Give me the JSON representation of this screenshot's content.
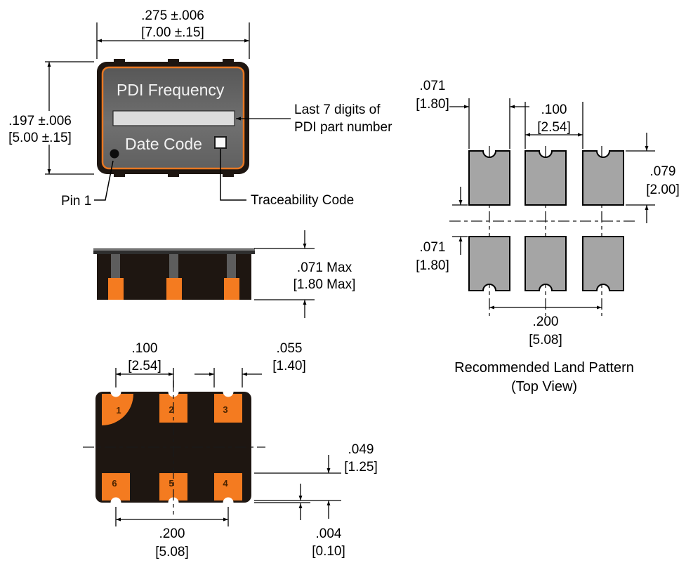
{
  "top_view": {
    "pkg_label_line1": "PDI Frequency",
    "pkg_label_line2": "Date Code",
    "dim_width_in": ".275 ±.006",
    "dim_width_mm": "[7.00 ±.15]",
    "dim_height_in": ".197 ±.006",
    "dim_height_mm": "[5.00 ±.15]",
    "note_part_line1": "Last 7 digits of",
    "note_part_line2": "PDI part number",
    "note_pin1": "Pin 1",
    "note_trace": "Traceability Code"
  },
  "side_view": {
    "dim_height_in": ".071 Max",
    "dim_height_mm": "[1.80 Max]"
  },
  "bottom_view": {
    "pin_numbers": [
      "1",
      "2",
      "3",
      "6",
      "5",
      "4"
    ],
    "dim_pitch_in": ".100",
    "dim_pitch_mm": "[2.54]",
    "dim_pad_w_in": ".055",
    "dim_pad_w_mm": "[1.40]",
    "dim_pad_h_in": ".049",
    "dim_pad_h_mm": "[1.25]",
    "dim_edge_in": ".004",
    "dim_edge_mm": "[0.10]",
    "dim_span_in": ".200",
    "dim_span_mm": "[5.08]"
  },
  "land_pattern": {
    "caption_line1": "Recommended Land Pattern",
    "caption_line2": "(Top View)",
    "dim_pad_w_in": ".071",
    "dim_pad_w_mm": "[1.80]",
    "dim_pitch_in": ".100",
    "dim_pitch_mm": "[2.54]",
    "dim_pad_h_in": ".079",
    "dim_pad_h_mm": "[2.00]",
    "dim_gap_in": ".071",
    "dim_gap_mm": "[1.80]",
    "dim_span_in": ".200",
    "dim_span_mm": "[5.08]"
  },
  "colors": {
    "pad_orange": "#f47b20",
    "package_outline_orange": "#e87722",
    "package_body_dark": "#1e1611",
    "land_pad_gray": "#a5a5a5"
  }
}
